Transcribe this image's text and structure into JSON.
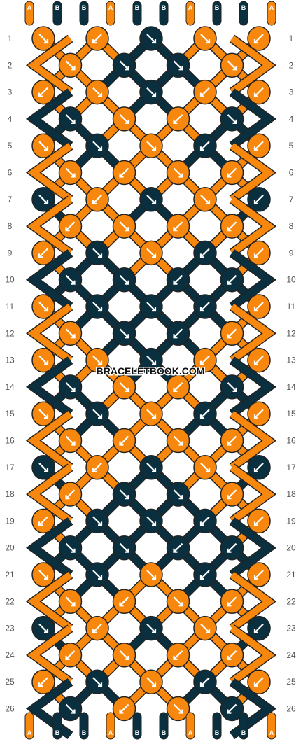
{
  "watermark": "BRACELETBOOK.COM",
  "colors": {
    "A": "#f7880d",
    "B": "#0a3040"
  },
  "strands_top": [
    "A",
    "B",
    "B",
    "A",
    "B",
    "B",
    "A",
    "B",
    "B",
    "A"
  ],
  "strands_bottom": [
    "A",
    "B",
    "B",
    "A",
    "B",
    "B",
    "A",
    "B",
    "B",
    "A"
  ],
  "rows": [
    "1",
    "2",
    "3",
    "4",
    "5",
    "6",
    "7",
    "8",
    "9",
    "10",
    "11",
    "12",
    "13",
    "14",
    "15",
    "16",
    "17",
    "18",
    "19",
    "20",
    "21",
    "22",
    "23",
    "24",
    "25",
    "26"
  ],
  "knots": [
    [
      "A:dr",
      "A:dl",
      "B:dr",
      "A:dr",
      "A:dl"
    ],
    [
      "A:dr",
      "B:dr",
      "B:dr",
      "A:dr"
    ],
    [
      "A:dl",
      "A:dr",
      "B:dr",
      "A:dl",
      "A:dl"
    ],
    [
      "B:dr",
      "A:dr",
      "A:dl",
      "B:dr"
    ],
    [
      "A:dr",
      "B:dr",
      "A:dr",
      "B:dl",
      "A:dl"
    ],
    [
      "A:dr",
      "A:dl",
      "A:dr",
      "A:dl"
    ],
    [
      "B:dr",
      "A:dl",
      "B:dr",
      "A:dr",
      "B:dl"
    ],
    [
      "A:dl",
      "A:dr",
      "A:dl",
      "A:dl"
    ],
    [
      "A:dl",
      "B:dr",
      "A:dr",
      "B:dl",
      "A:dl"
    ],
    [
      "B:dr",
      "B:dr",
      "B:dl",
      "B:dl"
    ],
    [
      "A:dr",
      "B:dr",
      "B:dr",
      "B:dl",
      "A:dl"
    ],
    [
      "A:dr",
      "B:dr",
      "B:dl",
      "A:dl"
    ],
    [
      "A:dr",
      "A:dr",
      "B:dr",
      "A:dl",
      "A:dl"
    ],
    [
      "B:dr",
      "A:dr",
      "A:dl",
      "B:dr"
    ],
    [
      "A:dr",
      "B:dr",
      "A:dr",
      "B:dl",
      "A:dl"
    ],
    [
      "A:dr",
      "A:dl",
      "A:dr",
      "A:dl"
    ],
    [
      "B:dr",
      "A:dl",
      "B:dr",
      "A:dr",
      "B:dl"
    ],
    [
      "A:dl",
      "B:dr",
      "B:dr",
      "A:dl"
    ],
    [
      "A:dl",
      "B:dr",
      "B:dr",
      "B:dl",
      "A:dl"
    ],
    [
      "B:dr",
      "B:dr",
      "B:dl",
      "B:dl"
    ],
    [
      "A:dr",
      "B:dr",
      "A:dr",
      "B:dl",
      "A:dl"
    ],
    [
      "A:dr",
      "A:dl",
      "A:dr",
      "A:dl"
    ],
    [
      "B:dr",
      "A:dl",
      "B:dr",
      "A:dr",
      "B:dl"
    ],
    [
      "A:dl",
      "A:dr",
      "A:dl",
      "A:dl"
    ],
    [
      "A:dl",
      "B:dr",
      "A:dr",
      "B:dl",
      "A:dl"
    ],
    [
      "B:dr",
      "A:dl",
      "A:dr",
      "B:dl"
    ]
  ]
}
